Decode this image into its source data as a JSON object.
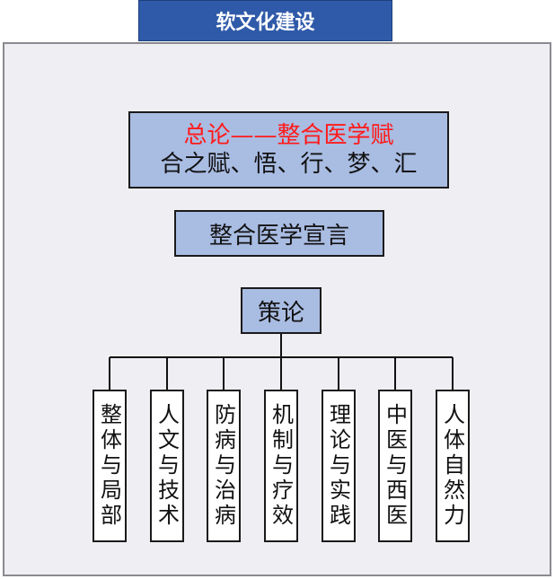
{
  "header": {
    "title": "软文化建设"
  },
  "intro_box": {
    "line1": "总论——整合医学赋",
    "line2": "合之赋、悟、行、梦、汇"
  },
  "declaration_box": {
    "label": "整合医学宣言"
  },
  "policy_box": {
    "label": "策论"
  },
  "topics": [
    {
      "label": "整体与局部"
    },
    {
      "label": "人文与技术"
    },
    {
      "label": "防病与治病"
    },
    {
      "label": "机制与疗效"
    },
    {
      "label": "理论与实践"
    },
    {
      "label": "中医与西医"
    },
    {
      "label": "人体自然力"
    }
  ],
  "colors": {
    "header_bg": "#2f5aa9",
    "box_fill": "#a9bce2",
    "highlight_text": "#ff1a1a",
    "panel_bg": "#efeff3"
  }
}
